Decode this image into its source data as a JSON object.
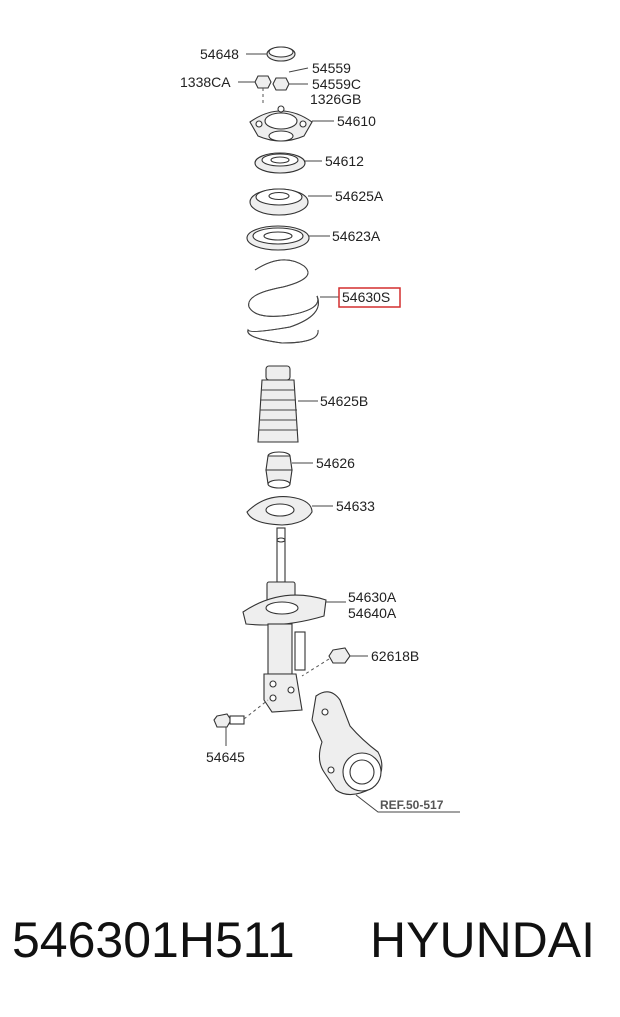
{
  "labels": {
    "p54648": "54648",
    "p54559": "54559",
    "p1338CA": "1338CA",
    "p54559C": "54559C",
    "p1326GB": "1326GB",
    "p54610": "54610",
    "p54612": "54612",
    "p54625A": "54625A",
    "p54623A": "54623A",
    "p54630S": "54630S",
    "p54625B": "54625B",
    "p54626": "54626",
    "p54633": "54633",
    "p54630A": "54630A",
    "p54640A": "54640A",
    "p62618B": "62618B",
    "p54645": "54645",
    "ref": "REF.50-517"
  },
  "highlight_color": "#d32f2f",
  "caption": {
    "part_number": "546301H511",
    "brand": "HYUNDAI"
  }
}
